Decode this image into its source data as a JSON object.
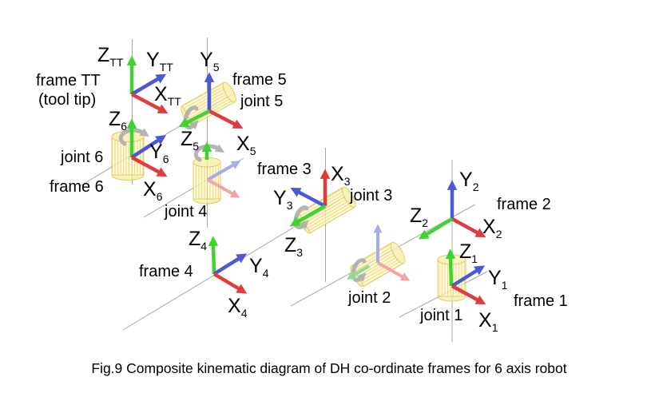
{
  "figure": {
    "caption": "Fig.9  Composite kinematic diagram of DH co-ordinate frames for 6 axis robot"
  },
  "colors": {
    "x_axis": "#e03c3c",
    "y_axis": "#4a5ad2",
    "z_axis": "#3fd32f",
    "x_axis_faded": "#f2a5a5",
    "y_axis_faded": "#a5ace8",
    "z_axis_faded": "#90dd90",
    "cylinder_fill": "#fdf7cf",
    "cylinder_stripe": "#ecd25f",
    "cylinder_outline": "#d8c042",
    "rotation_arrow": "#b0b0b0",
    "construction_line": "#999999",
    "text": "#000000",
    "background": "#ffffff"
  },
  "frames": {
    "tt": {
      "label": "frame TT",
      "sublabel": "(tool tip)",
      "axis_z": {
        "main": "Z",
        "sub": "TT"
      },
      "axis_y": {
        "main": "Y",
        "sub": "TT"
      },
      "axis_x": {
        "main": "X",
        "sub": "TT"
      }
    },
    "f6": {
      "label": "frame 6",
      "joint_label": "joint 6",
      "axis_z": {
        "main": "Z",
        "sub": "6"
      },
      "axis_y": {
        "main": "Y",
        "sub": "6"
      },
      "axis_x": {
        "main": "X",
        "sub": "6"
      }
    },
    "f5": {
      "label": "frame 5",
      "joint_label": "joint 5",
      "axis_z": {
        "main": "Z",
        "sub": "5"
      },
      "axis_y": {
        "main": "Y",
        "sub": "5"
      },
      "axis_x": {
        "main": "X",
        "sub": "5"
      }
    },
    "f4": {
      "label": "frame 4",
      "joint_label": "joint 4",
      "axis_z": {
        "main": "Z",
        "sub": "4"
      },
      "axis_y": {
        "main": "Y",
        "sub": "4"
      },
      "axis_x": {
        "main": "X",
        "sub": "4"
      }
    },
    "f3": {
      "label": "frame 3",
      "joint_label": "joint 3",
      "axis_z": {
        "main": "Z",
        "sub": "3"
      },
      "axis_y": {
        "main": "Y",
        "sub": "3"
      },
      "axis_x": {
        "main": "X",
        "sub": "3"
      }
    },
    "f2": {
      "label": "frame 2",
      "joint_label": "joint 2",
      "axis_z": {
        "main": "Z",
        "sub": "2"
      },
      "axis_y": {
        "main": "Y",
        "sub": "2"
      },
      "axis_x": {
        "main": "X",
        "sub": "2"
      }
    },
    "f1": {
      "label": "frame 1",
      "joint_label": "joint 1",
      "axis_z": {
        "main": "Z",
        "sub": "1"
      },
      "axis_y": {
        "main": "Y",
        "sub": "1"
      },
      "axis_x": {
        "main": "X",
        "sub": "1"
      }
    }
  }
}
